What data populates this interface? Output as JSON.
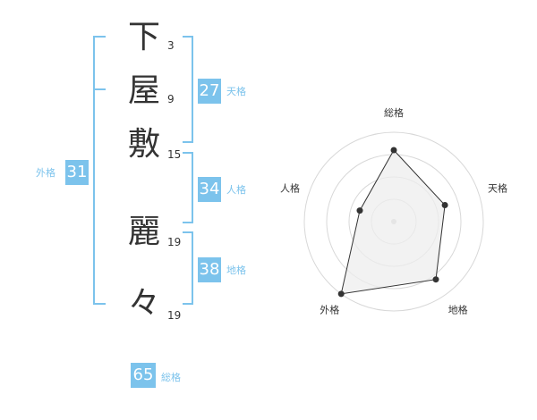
{
  "name": {
    "chars": [
      {
        "char": "下",
        "strokes": "3"
      },
      {
        "char": "屋",
        "strokes": "9"
      },
      {
        "char": "敷",
        "strokes": "15"
      },
      {
        "char": "麗",
        "strokes": "19"
      },
      {
        "char": "々",
        "strokes": "19"
      }
    ]
  },
  "fortune": {
    "tenkaku": {
      "value": "27",
      "label": "天格"
    },
    "jinkaku": {
      "value": "34",
      "label": "人格"
    },
    "chikaku": {
      "value": "38",
      "label": "地格"
    },
    "gaikaku": {
      "value": "31",
      "label": "外格"
    },
    "soukaku": {
      "value": "65",
      "label": "総格"
    }
  },
  "colors": {
    "accent": "#7cc3ec",
    "text": "#333333",
    "grid": "#d8d8d8",
    "polygon_fill": "#eeeeee",
    "polygon_stroke": "#333333"
  },
  "chart_data": {
    "type": "radar",
    "axes": [
      "総格",
      "天格",
      "地格",
      "外格",
      "人格"
    ],
    "values": [
      0.8,
      0.6,
      0.8,
      1.0,
      0.4
    ],
    "rings": 4
  }
}
